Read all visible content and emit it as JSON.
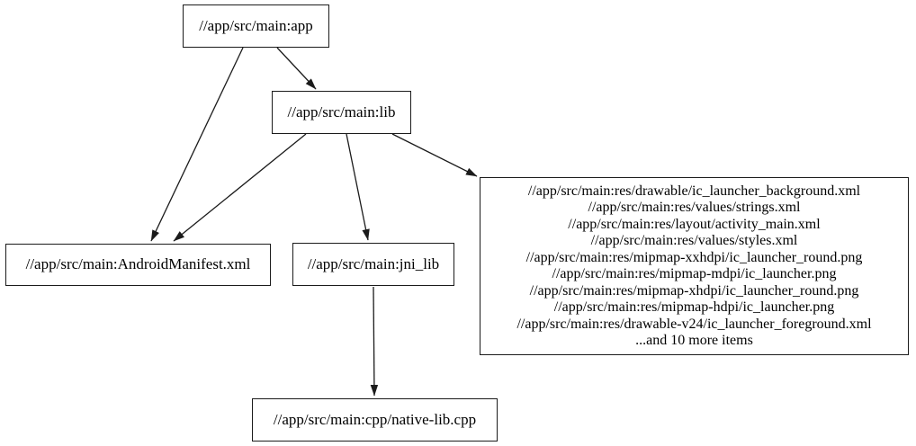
{
  "diagram": {
    "type": "dependency-graph",
    "background_color": "#ffffff",
    "node_fill_color": "#ffffff",
    "node_border_color": "#1b1b1b",
    "edge_color": "#1b1b1b",
    "nodes": {
      "app": {
        "label": "//app/src/main:app"
      },
      "lib": {
        "label": "//app/src/main:lib"
      },
      "manifest": {
        "label": "//app/src/main:AndroidManifest.xml"
      },
      "jni_lib": {
        "label": "//app/src/main:jni_lib"
      },
      "native_lib": {
        "label": "//app/src/main:cpp/native-lib.cpp"
      },
      "resources": {
        "lines": [
          "//app/src/main:res/drawable/ic_launcher_background.xml",
          "//app/src/main:res/values/strings.xml",
          "//app/src/main:res/layout/activity_main.xml",
          "//app/src/main:res/values/styles.xml",
          "//app/src/main:res/mipmap-xxhdpi/ic_launcher_round.png",
          "//app/src/main:res/mipmap-mdpi/ic_launcher.png",
          "//app/src/main:res/mipmap-xhdpi/ic_launcher_round.png",
          "//app/src/main:res/mipmap-hdpi/ic_launcher.png",
          "//app/src/main:res/drawable-v24/ic_launcher_foreground.xml",
          "...and 10 more items"
        ]
      }
    },
    "edges": [
      {
        "from": "app",
        "to": "lib"
      },
      {
        "from": "app",
        "to": "manifest"
      },
      {
        "from": "lib",
        "to": "manifest"
      },
      {
        "from": "lib",
        "to": "jni_lib"
      },
      {
        "from": "lib",
        "to": "resources"
      },
      {
        "from": "jni_lib",
        "to": "native_lib"
      }
    ]
  }
}
